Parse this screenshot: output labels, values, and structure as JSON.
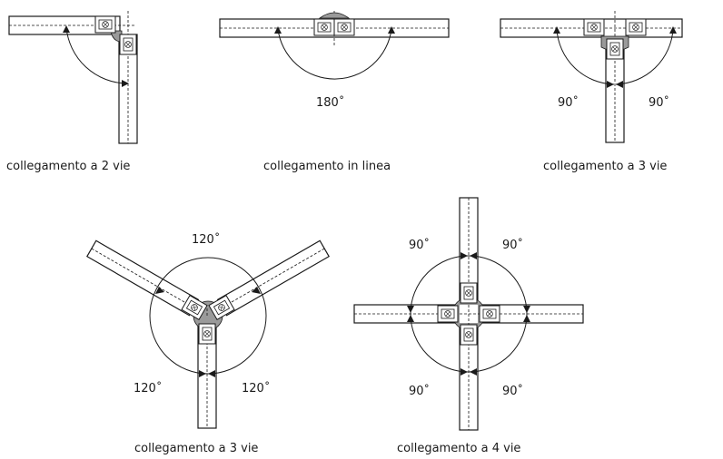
{
  "figures": [
    {
      "id": "two-way",
      "caption": "collegamento a 2 vie",
      "angles": []
    },
    {
      "id": "inline",
      "caption": "collegamento in linea",
      "angles": [
        "180˚"
      ]
    },
    {
      "id": "three-way-t",
      "caption": "collegamento a 3 vie",
      "angles": [
        "90˚",
        "90˚"
      ]
    },
    {
      "id": "three-way-y",
      "caption": "collegamento a 3 vie",
      "angles": [
        "120˚",
        "120˚",
        "120˚"
      ]
    },
    {
      "id": "four-way",
      "caption": "collegamento a 4 vie",
      "angles": [
        "90˚",
        "90˚",
        "90˚",
        "90˚"
      ]
    }
  ]
}
